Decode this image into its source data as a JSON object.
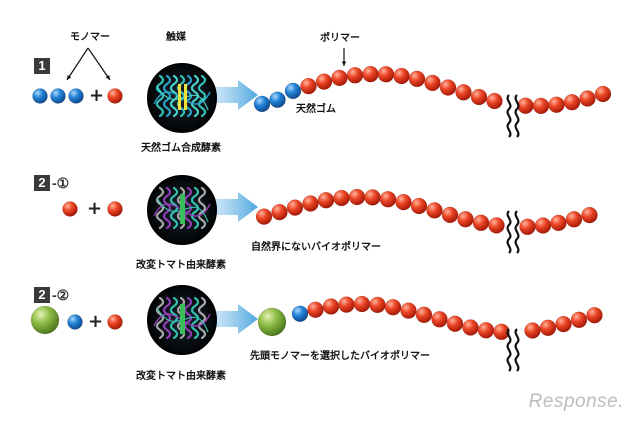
{
  "labels": {
    "monomer": "モノマー",
    "catalyst": "触媒",
    "polymer": "ポリマー",
    "natural_rubber": "天然ゴム",
    "enzyme_1": "天然ゴム合成酵素",
    "enzyme_2": "改変トマト由来酵素",
    "enzyme_3": "改変トマト由来酵素",
    "product_2": "自然界にないバイオポリマー",
    "product_3": "先頭モノマーを選択したバイオポリマー"
  },
  "panels": [
    {
      "badge": "1",
      "suffix": ""
    },
    {
      "badge": "2",
      "suffix": "-①"
    },
    {
      "badge": "2",
      "suffix": "-②"
    }
  ],
  "plus_sign": "+",
  "watermark": "Response.",
  "colors": {
    "red_bead": "#e8391f",
    "blue_bead": "#1f7fd1",
    "green_bead": "#7fb13d",
    "arrow": "#4ea7de",
    "badge": "#3a3a3a"
  }
}
